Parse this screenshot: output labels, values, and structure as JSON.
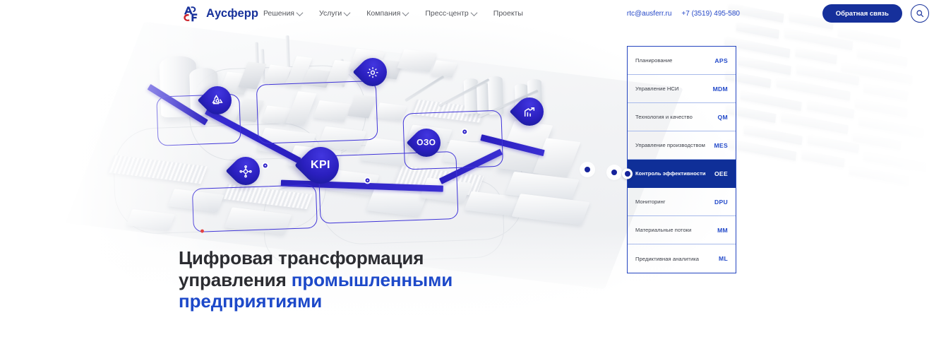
{
  "header": {
    "logo_text": "Аусферр",
    "nav": [
      {
        "label": "Решения",
        "has_dropdown": true
      },
      {
        "label": "Услуги",
        "has_dropdown": true
      },
      {
        "label": "Компания",
        "has_dropdown": true
      },
      {
        "label": "Пресс-центр",
        "has_dropdown": true
      },
      {
        "label": "Проекты",
        "has_dropdown": false
      }
    ],
    "email": "rtc@ausferr.ru",
    "phone": "+7 (3519) 495-580",
    "callback_label": "Обратная связь",
    "search_icon": "search-icon"
  },
  "hero": {
    "headline_part1": "Цифровая трансформация",
    "headline_part2": "управления ",
    "headline_highlight1": "промышленными",
    "headline_highlight2": "предприятиями"
  },
  "panel": {
    "items": [
      {
        "label": "Планирование",
        "code": "APS",
        "active": false
      },
      {
        "label": "Управление НСИ",
        "code": "MDM",
        "active": false
      },
      {
        "label": "Технология и качество",
        "code": "QM",
        "active": false
      },
      {
        "label": "Управление производством",
        "code": "MES",
        "active": false
      },
      {
        "label": "Контроль эффективности",
        "code": "OEE",
        "active": true
      },
      {
        "label": "Мониторинг",
        "code": "DPU",
        "active": false
      },
      {
        "label": "Материальные потоки",
        "code": "MM",
        "active": false
      },
      {
        "label": "Предиктивная аналитика",
        "code": "ML",
        "active": false
      }
    ]
  },
  "illustration": {
    "pins": [
      {
        "id": "pin-recycle",
        "icon": "recycle-icon",
        "text": ""
      },
      {
        "id": "pin-gear",
        "icon": "gear-icon",
        "text": ""
      },
      {
        "id": "pin-chart",
        "icon": "chart-growth-icon",
        "text": ""
      },
      {
        "id": "pin-ozo",
        "icon": "",
        "text": "ОЗО"
      },
      {
        "id": "pin-kpi",
        "icon": "",
        "text": "KPI"
      },
      {
        "id": "pin-network",
        "icon": "network-hub-icon",
        "text": ""
      }
    ]
  },
  "colors": {
    "brand_blue": "#16309b",
    "accent_blue": "#2249c9",
    "logo_red": "#cc2229",
    "text_dark": "#2b2c31",
    "panel_border": "#2445c0",
    "route_blue": "#2f23c8"
  }
}
